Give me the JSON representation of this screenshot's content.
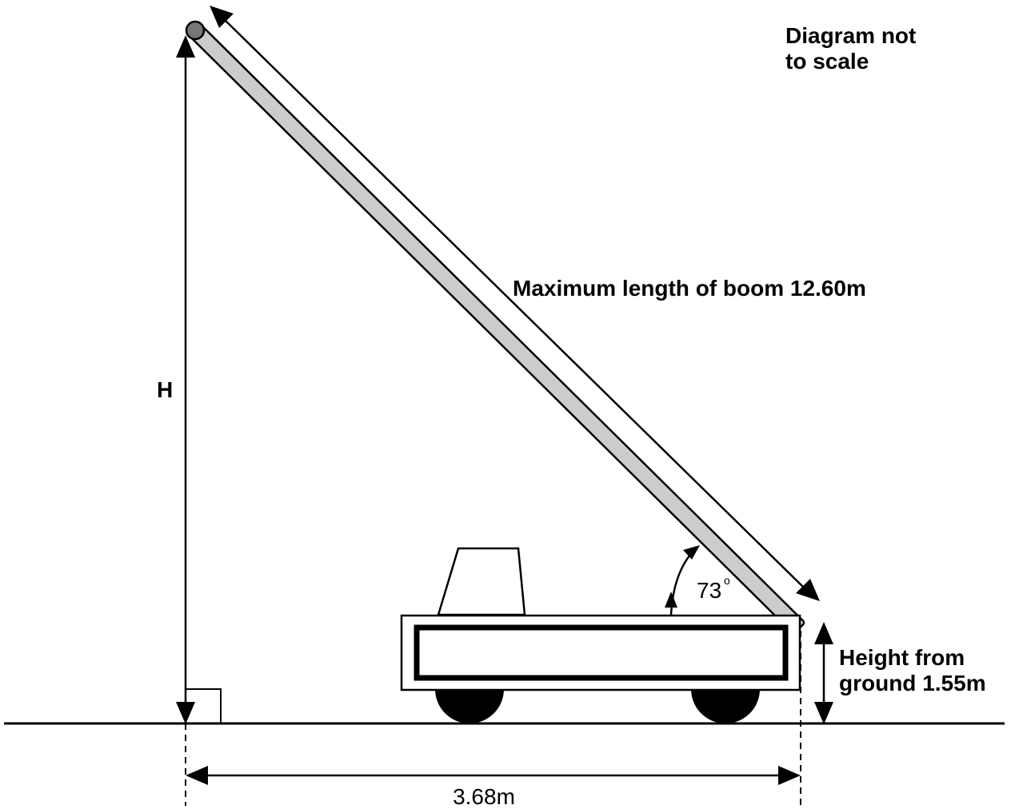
{
  "note": {
    "line1": "Diagram not",
    "line2": "to scale"
  },
  "labels": {
    "height": "H",
    "boom_length": "Maximum length of boom 12.60m",
    "angle_value": "73",
    "angle_unit": "o",
    "ground_height_line1": "Height from",
    "ground_height_line2": "ground 1.55m",
    "horizontal_distance": "3.68m"
  },
  "colors": {
    "boom_fill": "#cccccc",
    "boom_tip_fill": "#777777",
    "stroke": "#000000"
  }
}
